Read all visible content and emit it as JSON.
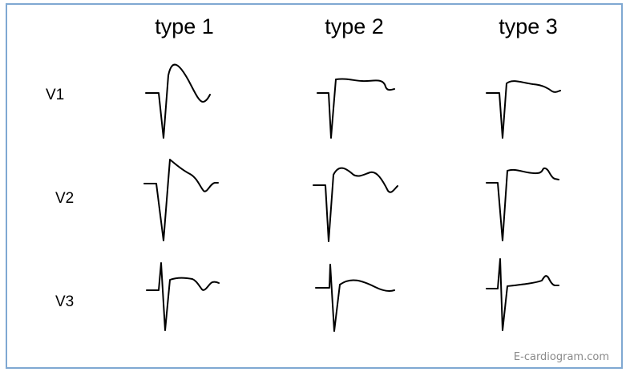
{
  "columns": [
    "type 1",
    "type 2",
    "type 3"
  ],
  "rows": [
    "V1",
    "V2",
    "V3"
  ],
  "watermark": "E-cardiogram.com",
  "colors": {
    "border": "#7fa8d2",
    "trace": "#000000",
    "watermark": "#8a8a8a"
  }
}
